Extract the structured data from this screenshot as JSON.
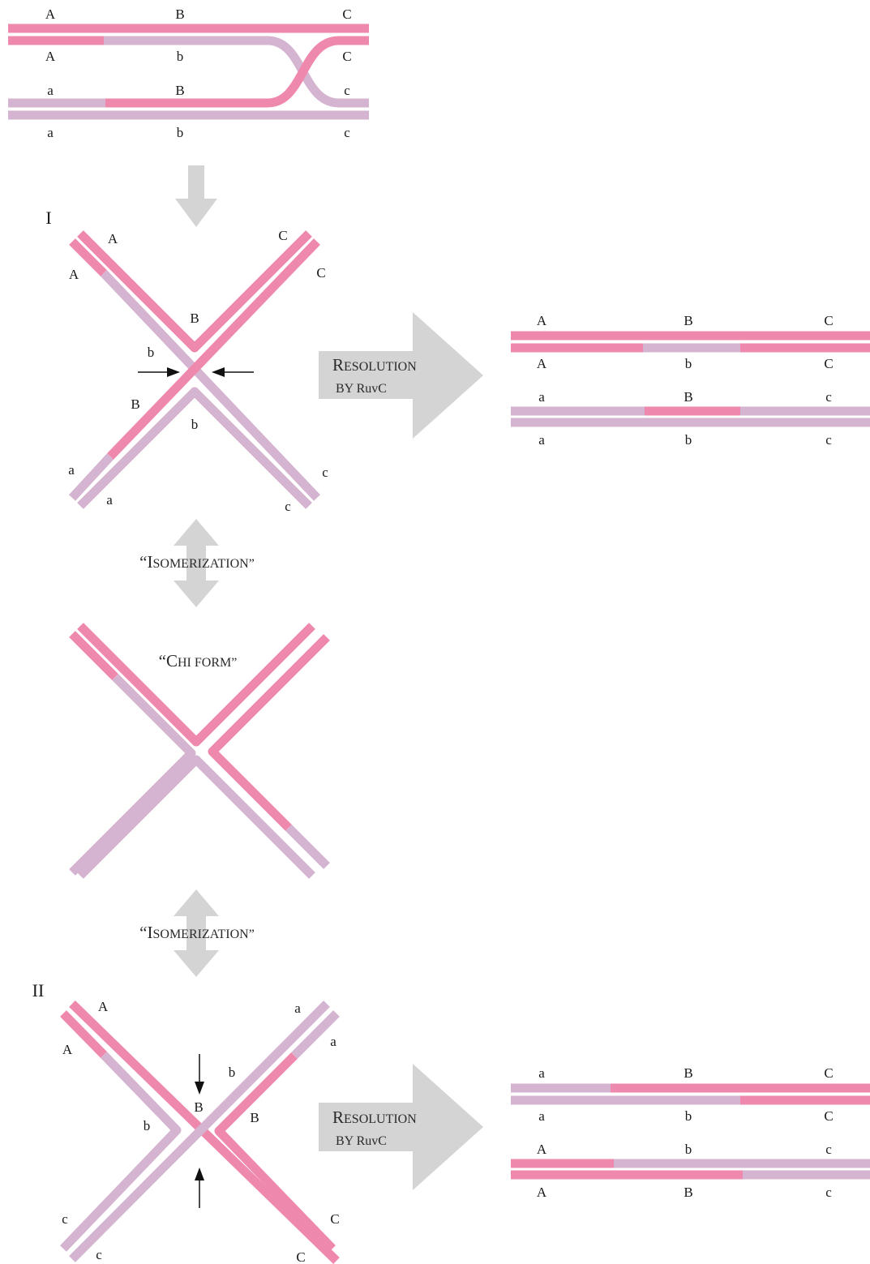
{
  "colors": {
    "pink_strand": "#ef88ad",
    "lavender_strand": "#d4b4d0",
    "gray_arrow": "#d4d4d4",
    "cut_arrow": "#111111"
  },
  "top_duplex": {
    "strand1": [
      "A",
      "B",
      "C"
    ],
    "strand2": [
      "A",
      "b",
      "C"
    ],
    "strand3": [
      "a",
      "B",
      "c"
    ],
    "strand4": [
      "a",
      "b",
      "c"
    ]
  },
  "form_I": {
    "label": "I",
    "arm_labels": {
      "ul_outer": "A",
      "ul_inner": "A",
      "ur_outer": "C",
      "ur_inner": "C",
      "center_top": "B",
      "center_left": "b",
      "left_lower": "B",
      "center_bottom": "b",
      "ll_outer": "a",
      "ll_inner": "a",
      "lr_outer": "c",
      "lr_inner": "c"
    }
  },
  "resolution_I": {
    "label_main": "ESOLUTION",
    "label_initial": "R",
    "label_sub": "BY RuvC",
    "products": {
      "row1": [
        "A",
        "B",
        "C"
      ],
      "row2": [
        "A",
        "b",
        "C"
      ],
      "row3": [
        "a",
        "B",
        "c"
      ],
      "row4": [
        "a",
        "b",
        "c"
      ]
    }
  },
  "isomerization_1": {
    "open_quote": "“",
    "initial": "I",
    "rest": "SOMERIZATION",
    "close_quote": "”"
  },
  "chi_form": {
    "open_quote": "“",
    "initial": "C",
    "rest": "HI FORM",
    "close_quote": "”"
  },
  "isomerization_2": {
    "open_quote": "“",
    "initial": "I",
    "rest": "SOMERIZATION",
    "close_quote": "”"
  },
  "form_II": {
    "label": "II",
    "arm_labels": {
      "ul_outer": "A",
      "ul_inner": "A",
      "ur_outer": "a",
      "ur_inner": "a",
      "center_b_upper": "b",
      "center_B": "B",
      "right_B": "B",
      "left_b": "b",
      "ll_outer": "c",
      "ll_inner": "c",
      "lr_outer": "C",
      "lr_inner": "C"
    }
  },
  "resolution_II": {
    "label_main": "ESOLUTION",
    "label_initial": "R",
    "label_sub": "BY RuvC",
    "products": {
      "row1": [
        "a",
        "B",
        "C"
      ],
      "row2": [
        "a",
        "b",
        "C"
      ],
      "row3": [
        "A",
        "b",
        "c"
      ],
      "row4": [
        "A",
        "B",
        "c"
      ]
    }
  }
}
